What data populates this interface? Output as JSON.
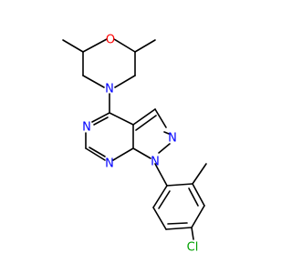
{
  "atoms": {
    "O": {
      "label": "O",
      "color": "#ff0000"
    },
    "N_morpholine": {
      "label": "N",
      "color": "#0000ff"
    },
    "N_pyrimidine_top": {
      "label": "N",
      "color": "#0000ff"
    },
    "N_pyrimidine_bottom": {
      "label": "N",
      "color": "#0000ff"
    },
    "N_pyrazole_1": {
      "label": "N",
      "color": "#0000ff"
    },
    "N_pyrazole_2": {
      "label": "N",
      "color": "#0000ff"
    },
    "Cl": {
      "label": "Cl",
      "color": "#00a000"
    }
  }
}
